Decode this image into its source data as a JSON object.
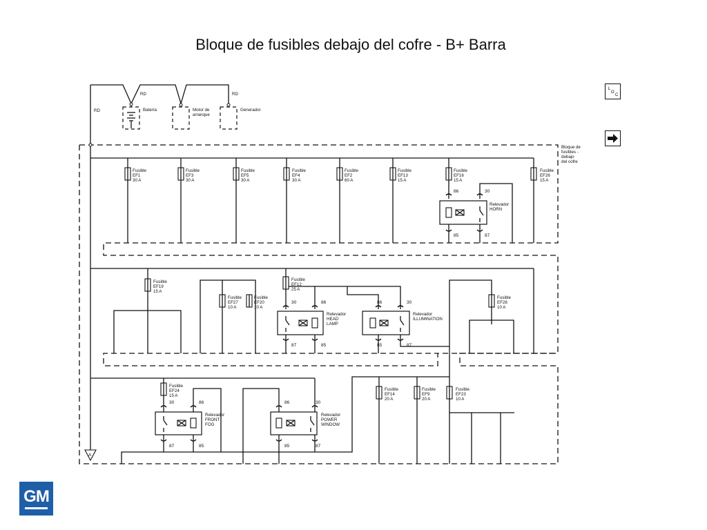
{
  "title": "Bloque de fusibles debajo del cofre - B+ Barra",
  "wire_color": "RD",
  "top_components": {
    "battery": "Batería",
    "starter_line1": "Motor de",
    "starter_line2": "arranque",
    "generator": "Generador"
  },
  "block_label": [
    "Bloque de",
    "fusibles -",
    "debajo",
    "del cofre"
  ],
  "fuse_word": "Fusible",
  "relay_word": "Relevador",
  "fuses": [
    {
      "id": "EF1",
      "rating": "30 A"
    },
    {
      "id": "EF3",
      "rating": "30 A"
    },
    {
      "id": "EF5",
      "rating": "30 A"
    },
    {
      "id": "EF4",
      "rating": "30 A"
    },
    {
      "id": "EF2",
      "rating": "60 A"
    },
    {
      "id": "EF13",
      "rating": "15 A"
    },
    {
      "id": "EF16",
      "rating": "15 A"
    },
    {
      "id": "EF26",
      "rating": "15 A"
    },
    {
      "id": "EF19",
      "rating": "15 A"
    },
    {
      "id": "EF27",
      "rating": "10 A"
    },
    {
      "id": "EF20",
      "rating": "10 A"
    },
    {
      "id": "EF12",
      "rating": "25 A"
    },
    {
      "id": "EF28",
      "rating": "10 A"
    },
    {
      "id": "EF24",
      "rating": "15 A"
    },
    {
      "id": "EF14",
      "rating": "20 A"
    },
    {
      "id": "EF9",
      "rating": "20 A"
    },
    {
      "id": "EF23",
      "rating": "10 A"
    }
  ],
  "relays": [
    {
      "name": "HORN",
      "pins": [
        "86",
        "30",
        "85",
        "87"
      ]
    },
    {
      "name": "HEAD",
      "name2": "LAMP",
      "pins": [
        "30",
        "86",
        "87",
        "85"
      ]
    },
    {
      "name": "ILLUMINATION",
      "pins": [
        "86",
        "30",
        "85",
        "87"
      ]
    },
    {
      "name": "FRONT",
      "name2": "FOG",
      "pins": [
        "30",
        "86",
        "87",
        "85"
      ]
    },
    {
      "name": "POWER",
      "name2": "WINDOW",
      "pins": [
        "86",
        "30",
        "85",
        "87"
      ]
    }
  ],
  "ground_symbol": "A",
  "nav": {
    "loc_icon": "L O C",
    "next_icon": "arrow-right"
  },
  "logo": "GM"
}
